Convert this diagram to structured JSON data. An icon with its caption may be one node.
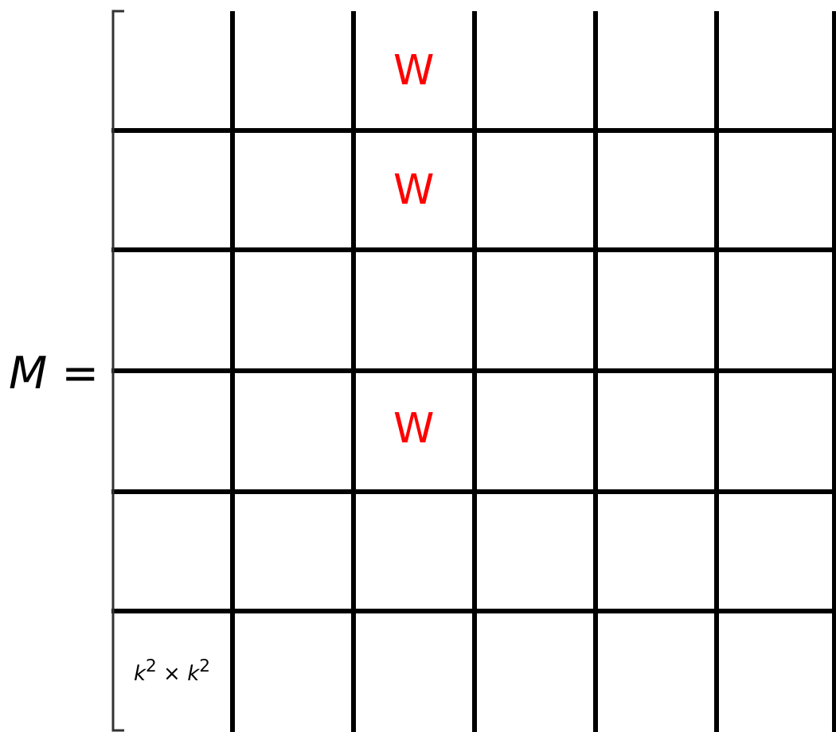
{
  "diagram": {
    "labels": [
      "W",
      "W",
      "*M* =",
      "W",
      "*k*$^{2}$ × *k*$^{2}$"
    ]
  }
}
